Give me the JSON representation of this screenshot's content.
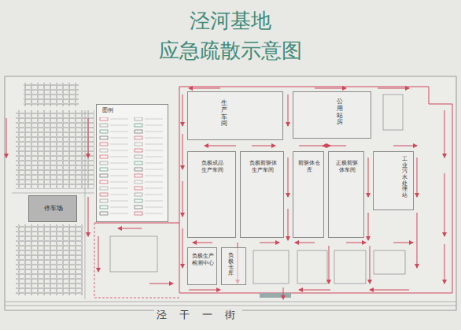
{
  "diagram": {
    "title": "泾河基地 应急疏散示意图",
    "nodes": [
      {
        "text": [
          "生产车间"
        ]
      },
      {
        "text": [
          "公用站房"
        ]
      },
      {
        "text": [
          "图例"
        ]
      },
      {
        "text": [
          "负极成品生产车间"
        ]
      },
      {
        "text": [
          "负极前驱体生产车间"
        ]
      },
      {
        "text": [
          "前驱体仓库"
        ]
      },
      {
        "text": [
          "正极前驱体车间"
        ]
      },
      {
        "text": [
          "工业污水处理站"
        ]
      },
      {
        "text": [
          "停车场"
        ]
      },
      {
        "text": [
          "负极生产检测中心"
        ]
      },
      {
        "text": [
          "负极仓库"
        ]
      }
    ],
    "labels": [
      "泾 干 一 街"
    ]
  }
}
